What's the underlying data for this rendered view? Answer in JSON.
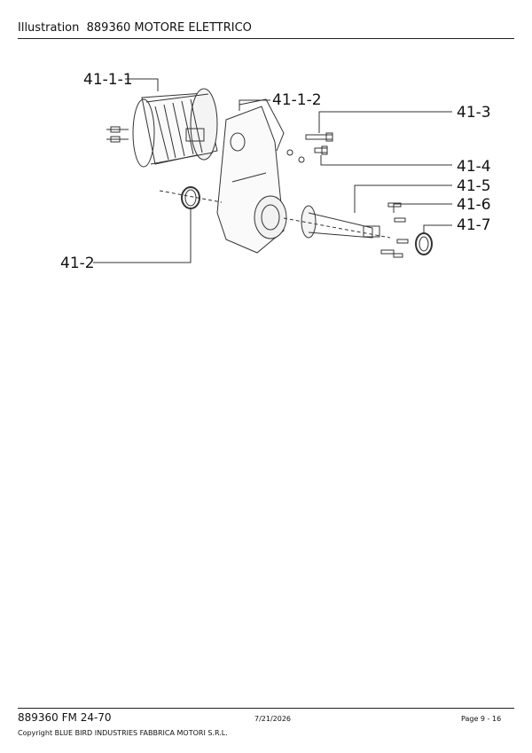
{
  "header": {
    "title": "Illustration  889360 MOTORE ELETTRICO"
  },
  "callouts": {
    "c411_1": "41-1-1",
    "c411_2": "41-1-2",
    "c41_3": "41-3",
    "c41_4": "41-4",
    "c41_5": "41-5",
    "c41_6": "41-6",
    "c41_7": "41-7",
    "c41_2": "41-2"
  },
  "footer": {
    "doc": "889360 FM 24-70",
    "copyright": "Copyright BLUE BIRD INDUSTRIES FABBRICA MOTORI S.R.L.",
    "date": "7/21/2026",
    "page": "Page 9 - 16"
  }
}
